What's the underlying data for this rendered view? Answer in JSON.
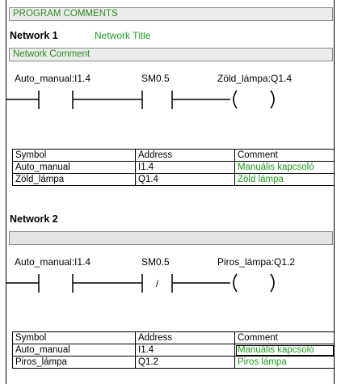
{
  "program_comments_label": "PROGRAM COMMENTS",
  "networks": [
    {
      "title": "Network 1",
      "subtitle": "Network Title",
      "comment": "Network Comment",
      "contact1_label": "Auto_manual:I1.4",
      "contact2_label": "SM0.5",
      "coil_label": "Zöld_lámpa:Q1.4",
      "contact2_type": "normally-open",
      "table": {
        "headers": [
          "Symbol",
          "Address",
          "Comment"
        ],
        "rows": [
          {
            "symbol": "Auto_manual",
            "address": "I1.4",
            "comment": "Manuális kapcsoló"
          },
          {
            "symbol": "Zöld_lámpa",
            "address": "Q1.4",
            "comment": "Zöld lámpa"
          }
        ]
      }
    },
    {
      "title": "Network 2",
      "subtitle": "",
      "comment": "",
      "contact1_label": "Auto_manual:I1.4",
      "contact2_label": "SM0.5",
      "coil_label": "Piros_lámpa:Q1.2",
      "contact2_type": "normally-closed",
      "contact2_glyph": "/",
      "table": {
        "headers": [
          "Symbol",
          "Address",
          "Comment"
        ],
        "rows": [
          {
            "symbol": "Auto_manual",
            "address": "I1.4",
            "comment": "Manuális kapcsoló"
          },
          {
            "symbol": "Piros_lámpa",
            "address": "Q1.2",
            "comment": "Piros lámpa"
          }
        ]
      }
    }
  ],
  "colors": {
    "comment_text": "#1f9a1f",
    "bar_background": "#ececec"
  }
}
